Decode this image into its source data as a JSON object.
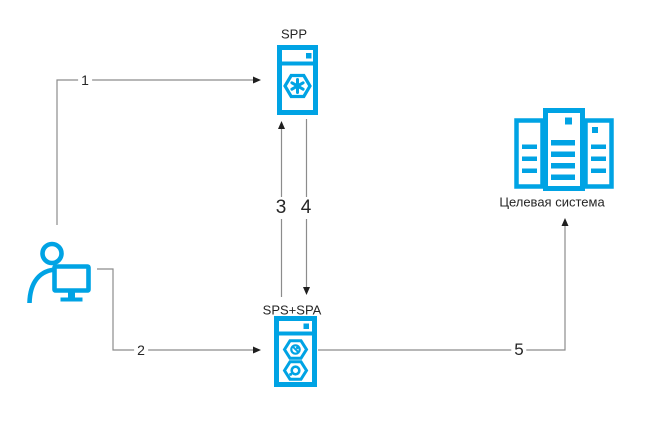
{
  "colors": {
    "accent": "#00A3E4",
    "connector": "#8C8C8C",
    "arrowhead": "#1F1F1F",
    "text": "#262626",
    "background": "#FFFFFF"
  },
  "nodes": {
    "user": {
      "icon": "user-workstation-icon"
    },
    "spp": {
      "label": "SPP",
      "icon": "application-server-icon"
    },
    "sps_spa": {
      "label": "SPS+SPA",
      "icon": "services-server-icon"
    },
    "target": {
      "label": "Целевая система",
      "icon": "server-cluster-icon"
    }
  },
  "arrows": {
    "a1": {
      "label": "1"
    },
    "a2": {
      "label": "2"
    },
    "a3": {
      "label": "3"
    },
    "a4": {
      "label": "4"
    },
    "a5": {
      "label": "5"
    }
  }
}
